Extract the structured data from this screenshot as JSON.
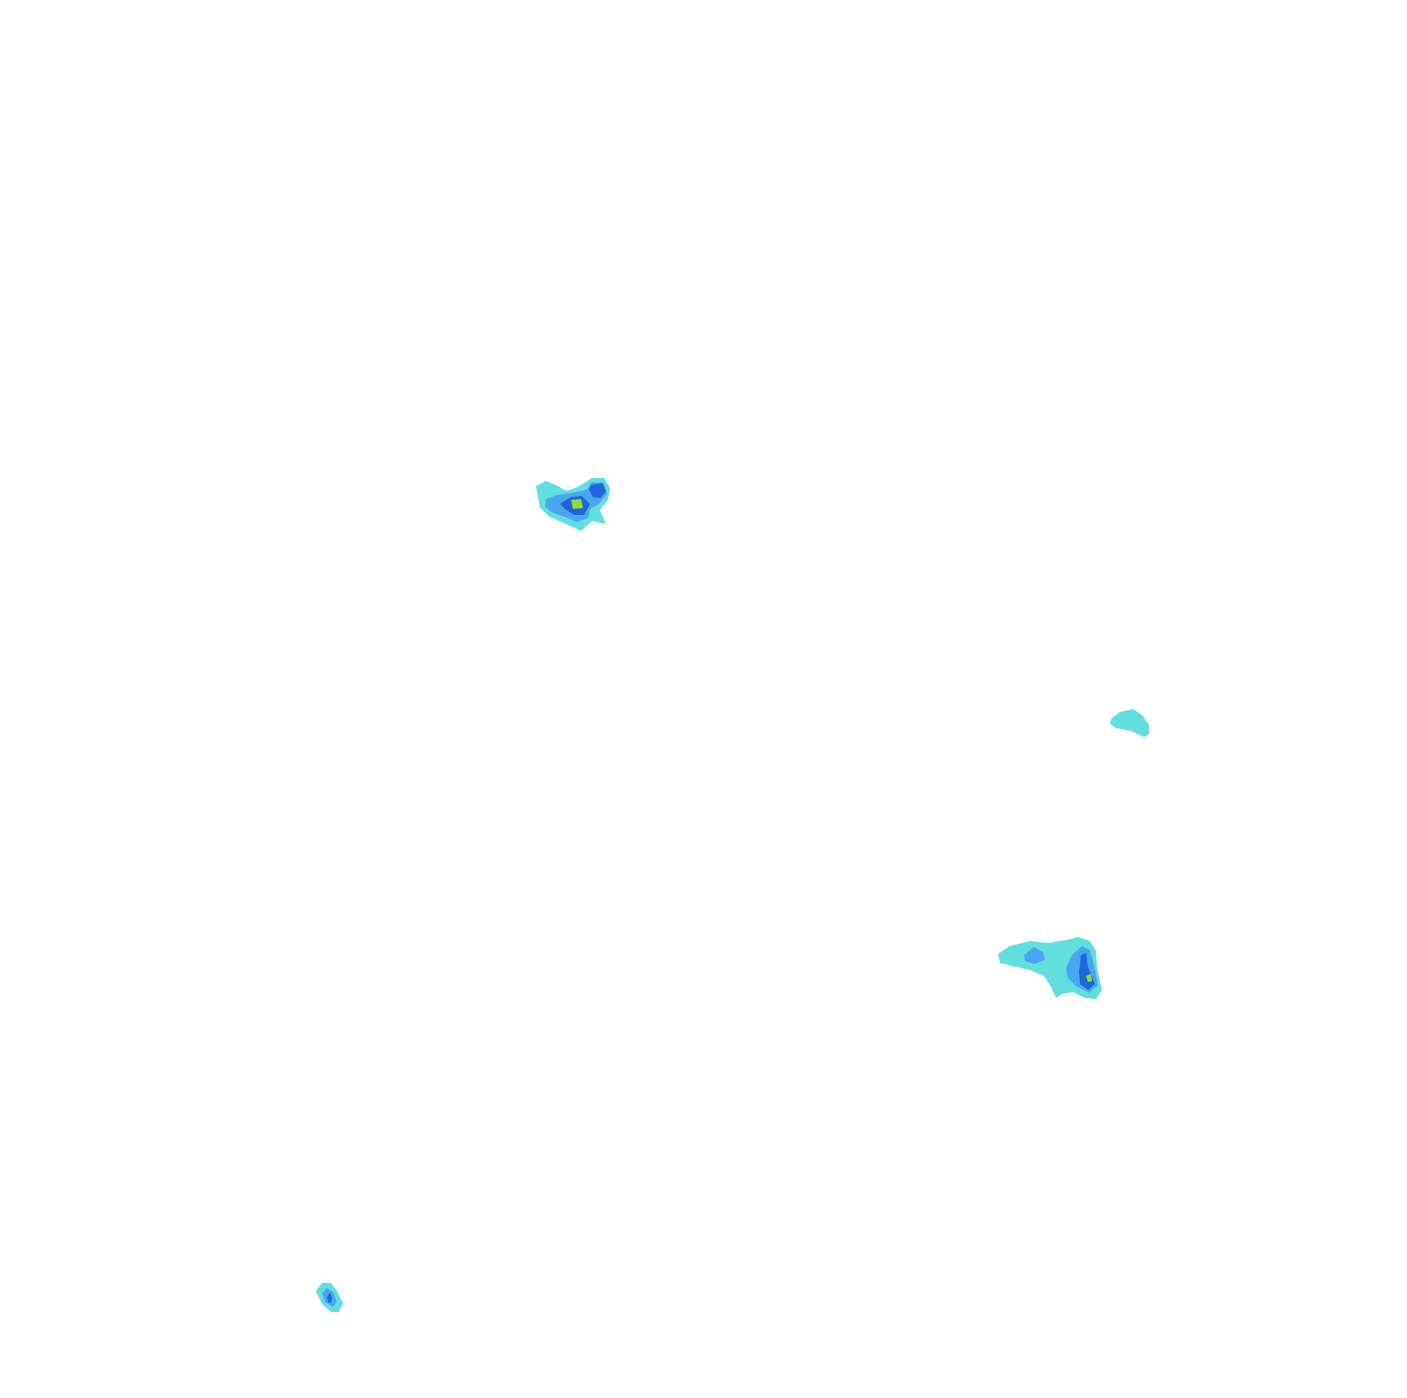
{
  "map": {
    "background_color": "#ffffff",
    "palette": {
      "level_1": "#62dede",
      "level_2": "#4aa6ee",
      "level_3": "#1f66dc",
      "level_4": "#8ee02c"
    },
    "blobs": [
      {
        "id": "upper-left",
        "max_level": 4
      },
      {
        "id": "right-small",
        "max_level": 1
      },
      {
        "id": "lower-right",
        "max_level": 4
      },
      {
        "id": "bottom-left",
        "max_level": 3
      }
    ]
  }
}
